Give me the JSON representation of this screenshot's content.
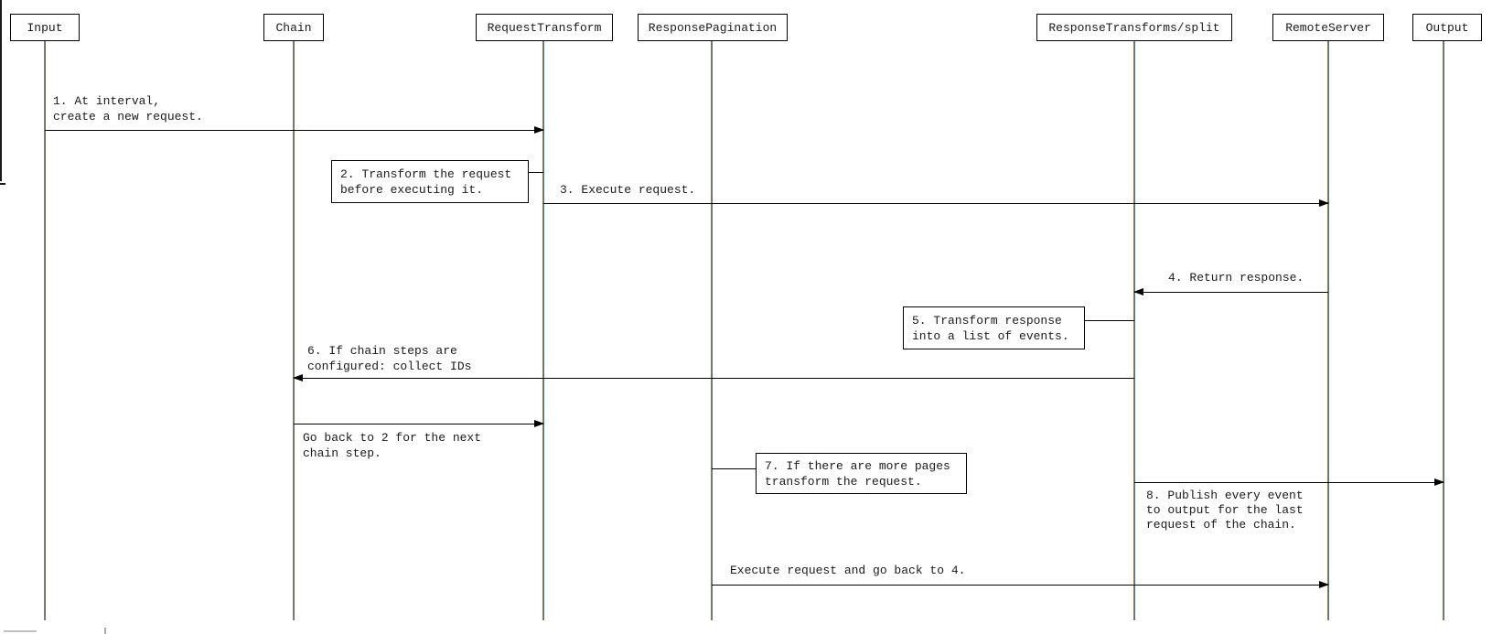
{
  "actors": [
    {
      "name": "Input"
    },
    {
      "name": "Chain"
    },
    {
      "name": "RequestTransform"
    },
    {
      "name": "ResponsePagination"
    },
    {
      "name": "ResponseTransforms/split"
    },
    {
      "name": "RemoteServer"
    },
    {
      "name": "Output"
    }
  ],
  "messages": {
    "interval_request": {
      "lines": [
        "1. At interval,",
        "create a new request."
      ]
    },
    "transform_request_note": {
      "lines": [
        "2. Transform the request",
        "before executing it."
      ]
    },
    "execute_request": {
      "label": "3. Execute request."
    },
    "return_response": {
      "label": "4. Return response."
    },
    "transform_response_note": {
      "lines": [
        "5. Transform response",
        "into a list of events."
      ]
    },
    "chain_collect": {
      "lines": [
        "6. If chain steps are",
        "configured: collect IDs"
      ]
    },
    "go_back_2": {
      "lines": [
        "Go back to 2 for the next",
        "chain step."
      ]
    },
    "more_pages_note": {
      "lines": [
        "7. If there are more pages",
        "transform the request."
      ]
    },
    "publish_events": {
      "lines": [
        "8. Publish every event",
        "to output for the last",
        "request of the chain."
      ]
    },
    "execute_go_back_4": {
      "label": "Execute request and go back to 4."
    }
  },
  "colors": {
    "line": "#000000",
    "text": "#1a1a1a",
    "lifeline_left": "#b5722e",
    "lifeline_right": "#4179a5",
    "background": "#ffffff"
  }
}
